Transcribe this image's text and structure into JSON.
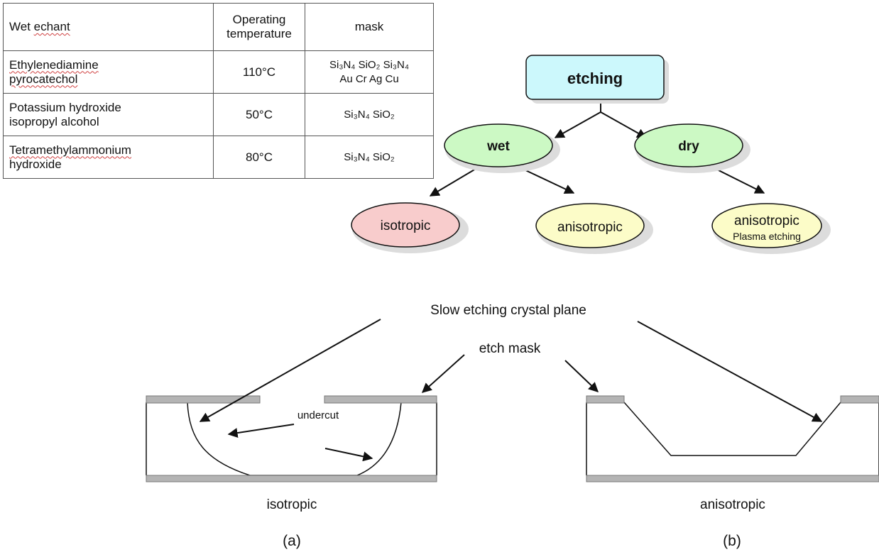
{
  "table": {
    "headers": [
      "Wet echant",
      "Operating temperature",
      "mask"
    ],
    "header_col1_prefix": "Wet ",
    "header_col1_word": "echant",
    "header_col2_line1": "Operating",
    "header_col2_line2": "temperature",
    "rows": [
      {
        "etchant_line1": "Ethylenediamine",
        "etchant_line2": "pyrocatechol",
        "temperature": "110°C",
        "mask_line1": "Si₃N₄ SiO₂ Si₃N₄",
        "mask_line2": "Au Cr Ag Cu"
      },
      {
        "etchant_line1": "Potassium hydroxide",
        "etchant_line2": "isopropyl alcohol",
        "temperature": "50°C",
        "mask_line1": "Si₃N₄ SiO₂"
      },
      {
        "etchant_line1": "Tetramethylammonium",
        "etchant_line2": "hydroxide",
        "temperature": "80°C",
        "mask_line1": "Si₃N₄ SiO₂"
      }
    ]
  },
  "tree": {
    "root": "etching",
    "wet": "wet",
    "dry": "dry",
    "isotropic": "isotropic",
    "anisotropic_wet": "anisotropic",
    "anisotropic_dry": "anisotropic",
    "anisotropic_dry_sub": "Plasma etching"
  },
  "cross_section": {
    "slow_plane_label": "Slow etching crystal plane",
    "mask_label": "etch mask",
    "undercut_label": "undercut",
    "left_caption": "isotropic",
    "right_caption": "anisotropic",
    "left_panel": "(a)",
    "right_panel": "(b)"
  },
  "colors": {
    "root_fill": "#ccf8fc",
    "wet_dry_fill": "#ccf9c4",
    "isotropic_fill": "#f8cccc",
    "anisotropic_fill": "#fcfcc8",
    "mask_fill": "#b4b4b4"
  }
}
